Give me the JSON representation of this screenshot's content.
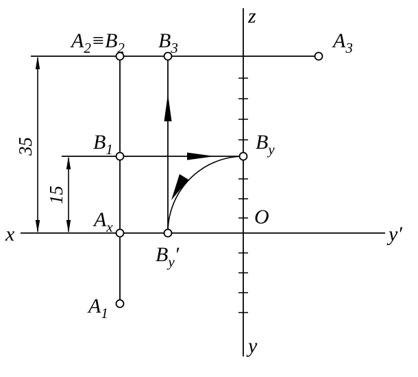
{
  "figure": {
    "background": "#ffffff",
    "ink": "#000000",
    "kind": "descriptive-geometry projection diagram"
  },
  "axes": {
    "z": "z",
    "y": "y",
    "x": "x",
    "y_prime": "y′",
    "origin": "O"
  },
  "labels": {
    "a2b2": {
      "p1": "A",
      "s1": "2",
      "equiv": "≡",
      "p2": "B",
      "s2": "2"
    },
    "b3": {
      "p": "B",
      "s": "3"
    },
    "a3": {
      "p": "A",
      "s": "3"
    },
    "b1": {
      "p": "B",
      "s": "1"
    },
    "by": {
      "p": "B",
      "s": "y"
    },
    "ax": {
      "p": "A",
      "s": "x"
    },
    "byp": {
      "p": "B",
      "s": "y",
      "prime": "′"
    },
    "a1": {
      "p": "A",
      "s": "1"
    }
  },
  "dimensions": {
    "d35": "35",
    "d15": "15"
  }
}
